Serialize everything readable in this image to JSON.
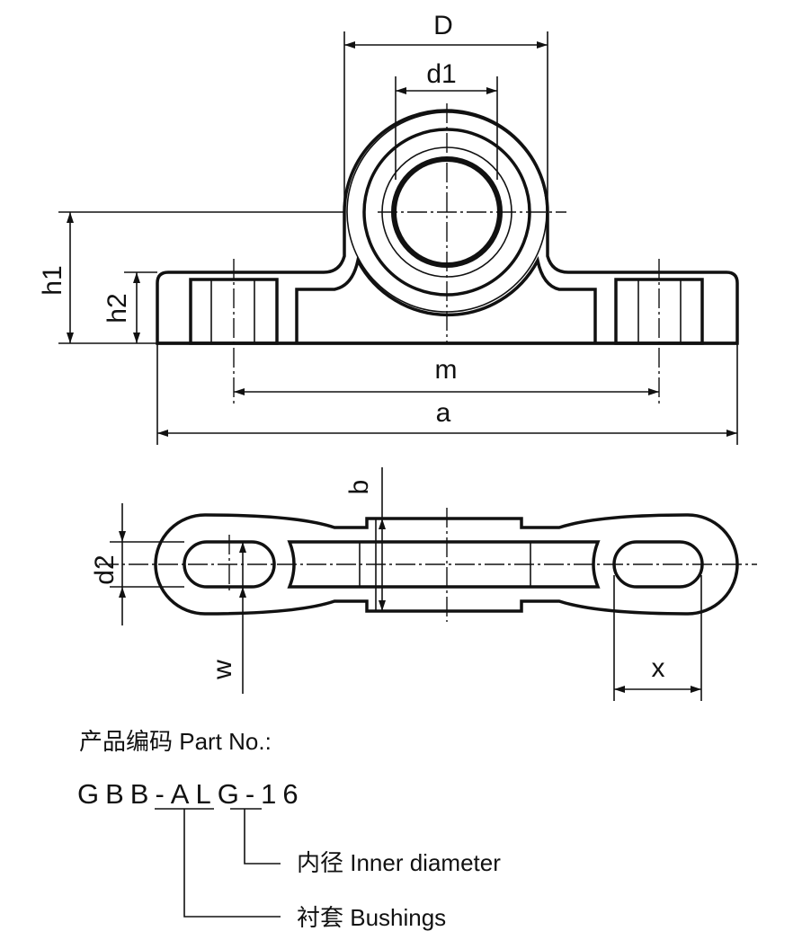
{
  "drawing": {
    "top_view_labels": {
      "D": "D",
      "d1": "d1",
      "h1": "h1",
      "h2": "h2",
      "m": "m",
      "a": "a"
    },
    "bottom_view_labels": {
      "b": "b",
      "d2": "d2",
      "w": "w",
      "x": "x"
    }
  },
  "part_number": {
    "heading": "产品编码 Part No.:",
    "prefix": "GBB-",
    "series": "ALG",
    "sep": "-",
    "size": "16",
    "legend": [
      {
        "label": "内径 Inner diameter"
      },
      {
        "label": "衬套 Bushings"
      }
    ]
  },
  "colors": {
    "line": "#111111",
    "background": "#ffffff"
  }
}
